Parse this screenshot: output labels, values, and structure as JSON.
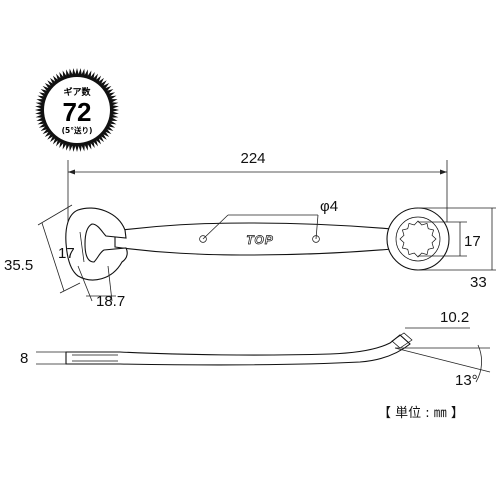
{
  "badge": {
    "top_label": "ギア数",
    "value": "72",
    "bottom_label": "(5°送り)"
  },
  "brand_logo": "TOP",
  "dimensions": {
    "overall_length": "224",
    "hole_diameter": "φ4",
    "open_end_size": "17",
    "open_end_height": "35.5",
    "open_end_width": "18.7",
    "ring_end_size": "17",
    "ring_end_height": "33",
    "thickness_open": "8",
    "thickness_ring": "10.2",
    "offset_angle": "13°"
  },
  "unit_label": "【 単位 : ㎜ 】"
}
